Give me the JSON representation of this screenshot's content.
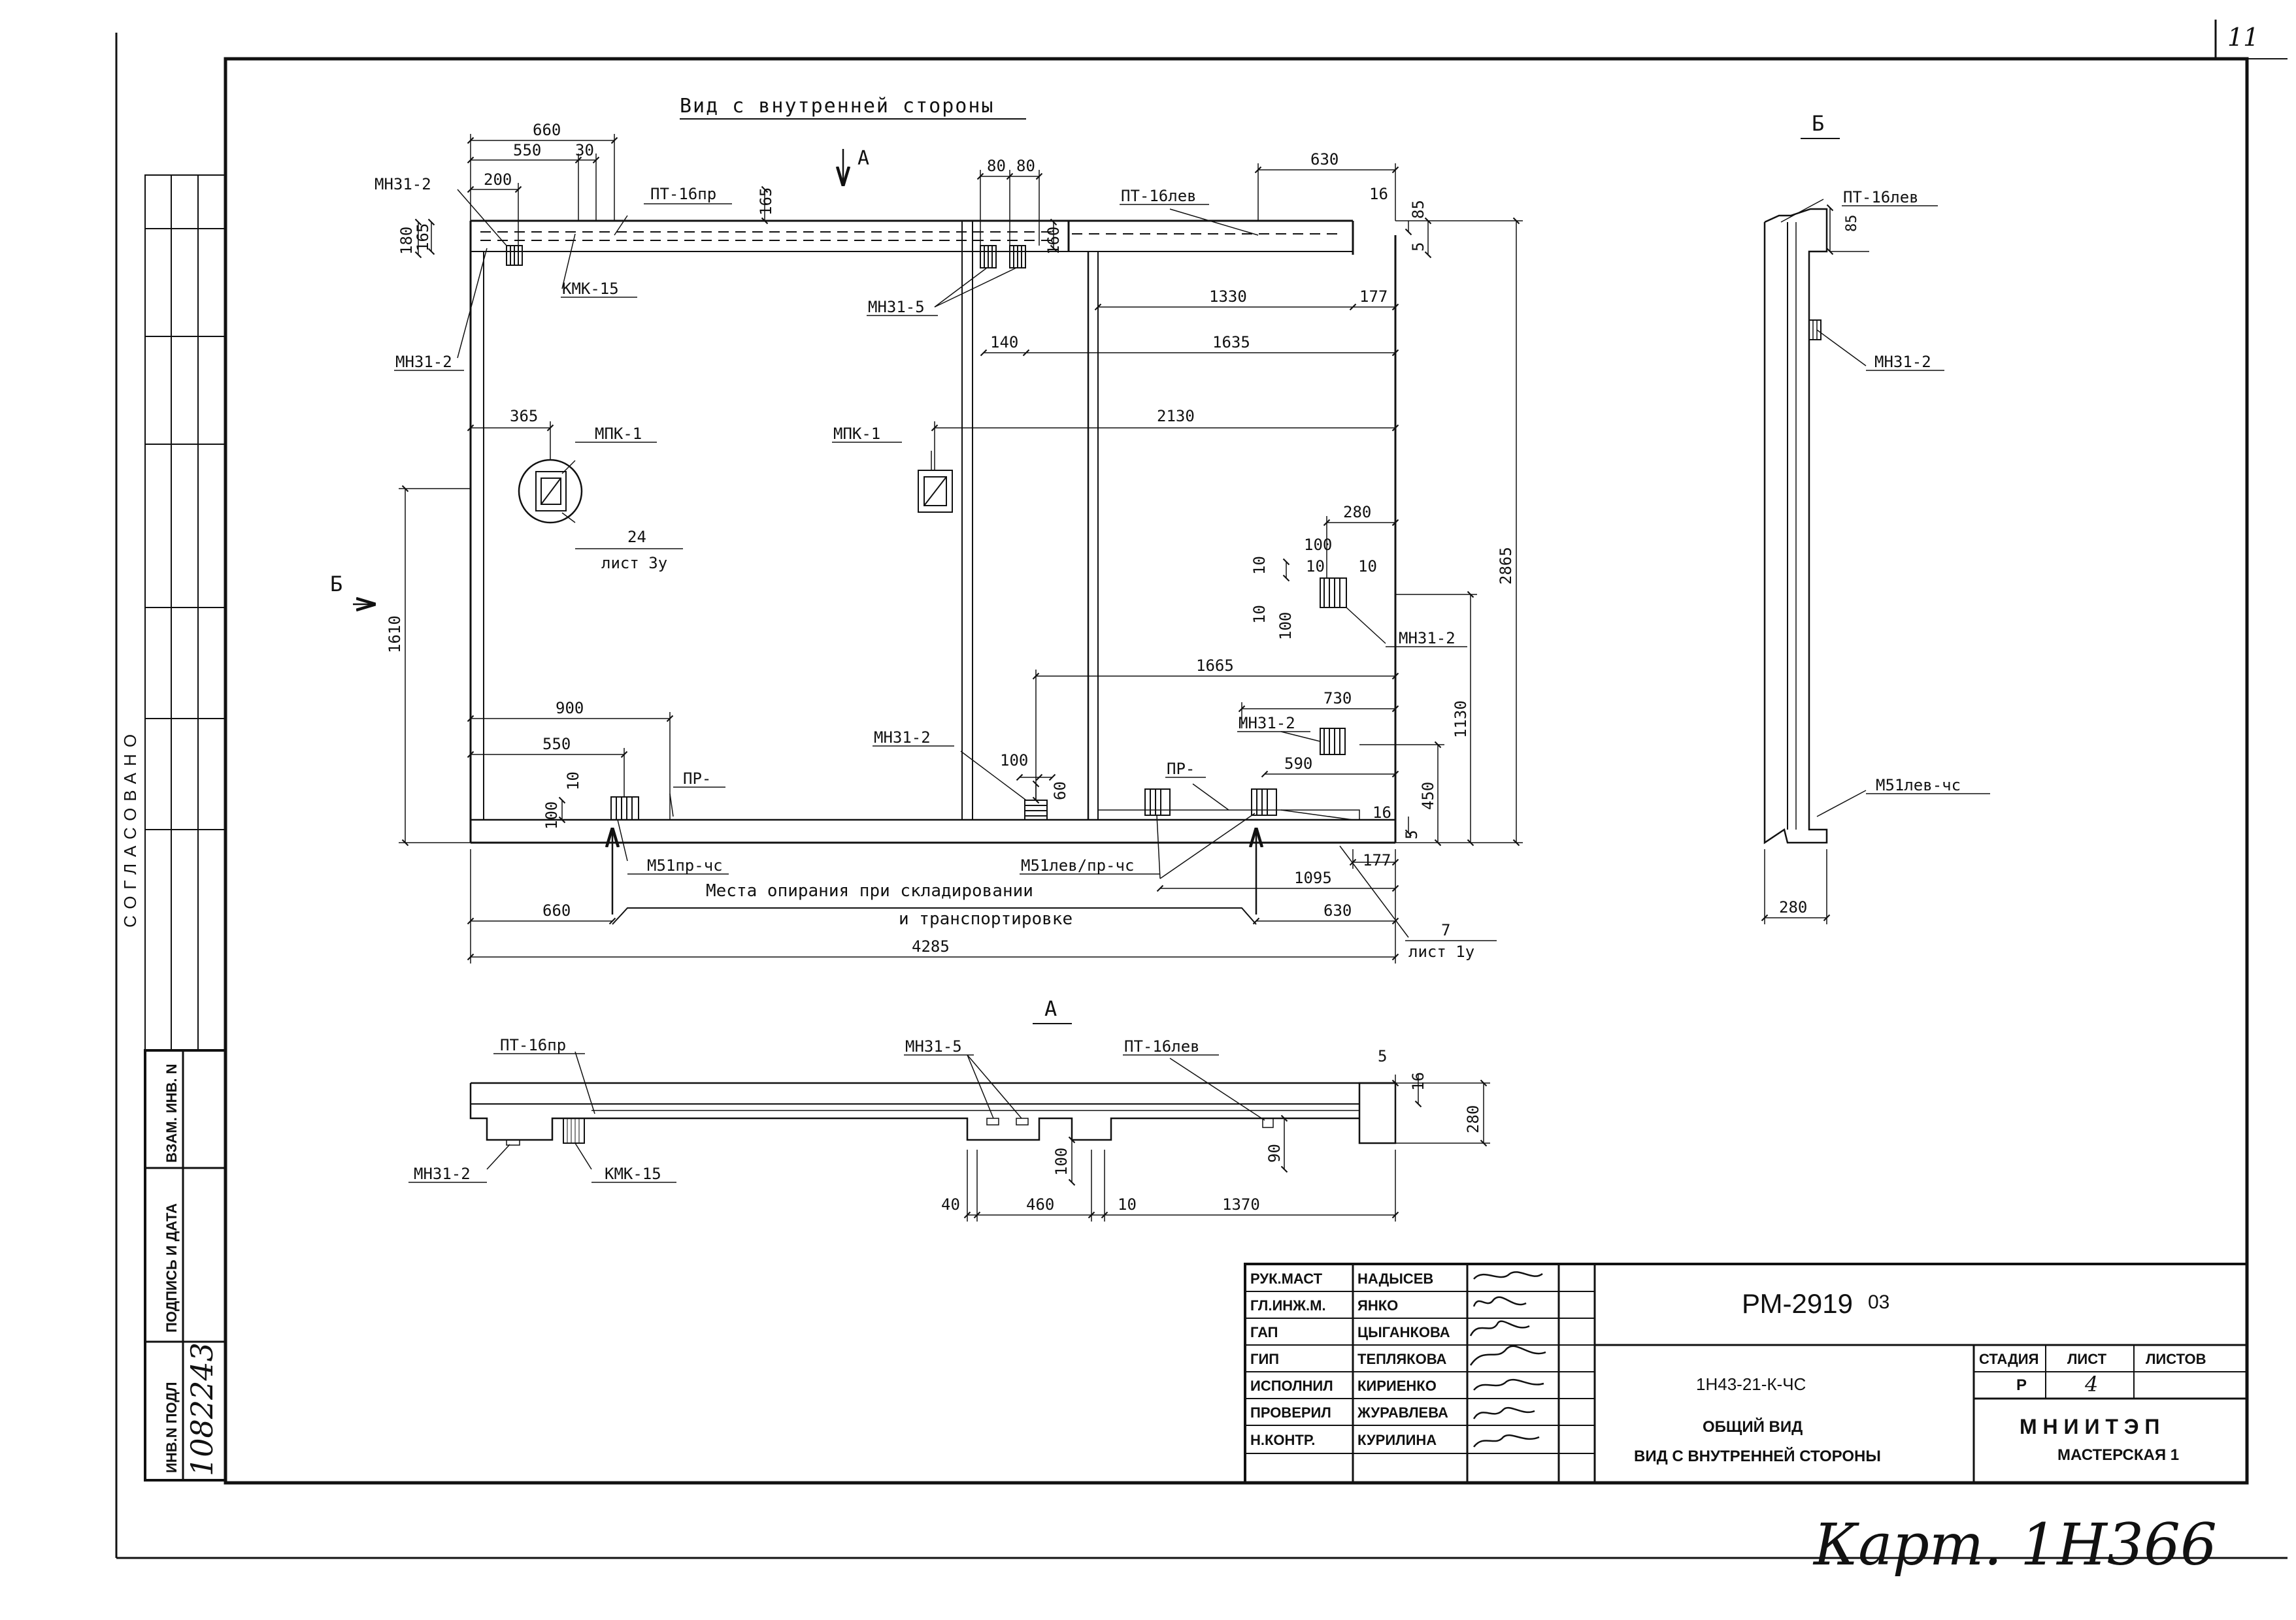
{
  "sheet_corner": "11",
  "views": {
    "main_title": "Вид с внутренней стороны",
    "section_a": "А",
    "section_b": "Б"
  },
  "main_dims": {
    "d660": "660",
    "d550": "550",
    "d30": "30",
    "d200": "200",
    "d180": "180",
    "d165": "165",
    "d165b": "165",
    "d80a": "80",
    "d80b": "80",
    "d160": "160",
    "d630": "630",
    "d16": "16",
    "d85": "85",
    "d5": "5",
    "d1330": "1330",
    "d177": "177",
    "d140": "140",
    "d1635": "1635",
    "d365": "365",
    "d2130": "2130",
    "d280": "280",
    "d100": "100",
    "d10a": "10",
    "d10b": "10",
    "d10c": "10",
    "d10d": "10",
    "d100b": "100",
    "d2865": "2865",
    "d1610": "1610",
    "d1665": "1665",
    "d730": "730",
    "d1130": "1130",
    "d900": "900",
    "d550b": "550",
    "d10e": "10",
    "d100c": "100",
    "d100d": "100",
    "d60": "60",
    "d590": "590",
    "d450": "450",
    "d16b": "16",
    "d5b": "5",
    "d177b": "177",
    "d660b": "660",
    "d1095": "1095",
    "d630b": "630",
    "d7": "7",
    "d4285": "4285",
    "d24": "24"
  },
  "main_labels": {
    "mn31_2_a": "МН31-2",
    "pt16pr": "ПТ-16пр",
    "kmk15": "КМК-15",
    "mn31_2_b": "МН31-2",
    "mn31_5": "МН31-5",
    "pt16lev": "ПТ-16лев",
    "mpk1_a": "МПК-1",
    "list3u": "лист 3у",
    "mpk1_b": "МПК-1",
    "mn31_2_c": "МН31-2",
    "mn31_2_d": "МН31-2",
    "mn31_2_e": "МН31-2",
    "pr_a": "ПР-",
    "pr_b": "ПР-",
    "m51pr": "М51пр-чс",
    "m51levpr": "М51лев/пр-чс",
    "support_1": "Места опирания при складировании",
    "support_2": "и транспортировке",
    "list1u": "лист 1у"
  },
  "view_b": {
    "pt16lev": "ПТ-16лев",
    "d85": "85",
    "mn31_2": "МН31-2",
    "m51lev": "М51лев-чс",
    "d280": "280"
  },
  "view_a": {
    "pt16pr": "ПТ-16пр",
    "mn31_5": "МН31-5",
    "pt16lev": "ПТ-16лев",
    "mn31_2": "МН31-2",
    "kmk15": "КМК-15",
    "d5": "5",
    "d16": "16",
    "d280": "280",
    "d100": "100",
    "d90": "90",
    "d40": "40",
    "d460": "460",
    "d10": "10",
    "d1370": "1370"
  },
  "left_strip": {
    "agreed": "СОГЛАСОВАНО",
    "vzam": "ВЗАМ. ИНВ. N",
    "podpis": "ПОДПИСЬ И ДАТА",
    "inv_podl": "ИНВ.N ПОДЛ",
    "inv_number": "1082243"
  },
  "title_block": {
    "rows": [
      {
        "role": "РУК.МАСТ",
        "name": "НАДЫСЕВ"
      },
      {
        "role": "ГЛ.ИНЖ.М.",
        "name": "ЯНКО"
      },
      {
        "role": "ГАП",
        "name": "ЦЫГАНКОВА"
      },
      {
        "role": "ГИП",
        "name": "ТЕПЛЯКОВА"
      },
      {
        "role": "ИСПОЛНИЛ",
        "name": "КИРИЕНКО"
      },
      {
        "role": "ПРОВЕРИЛ",
        "name": "ЖУРАВЛЕВА"
      },
      {
        "role": "Н.КОНТР.",
        "name": "КУРИЛИНА"
      }
    ],
    "doc_code": "РМ-2919",
    "doc_suffix": "03",
    "mark": "1Н43-21-К-ЧС",
    "desc_1": "ОБЩИЙ ВИД",
    "desc_2": "ВИД С ВНУТРЕННЕЙ СТОРОНЫ",
    "stage_h": "СТАДИЯ",
    "sheet_h": "ЛИСТ",
    "sheets_h": "ЛИСТОВ",
    "stage": "Р",
    "sheet": "4",
    "org": "М Н И И Т Э П",
    "workshop": "МАСТЕРСКАЯ 1"
  },
  "handwritten_footer": "Карт. 1Н366"
}
